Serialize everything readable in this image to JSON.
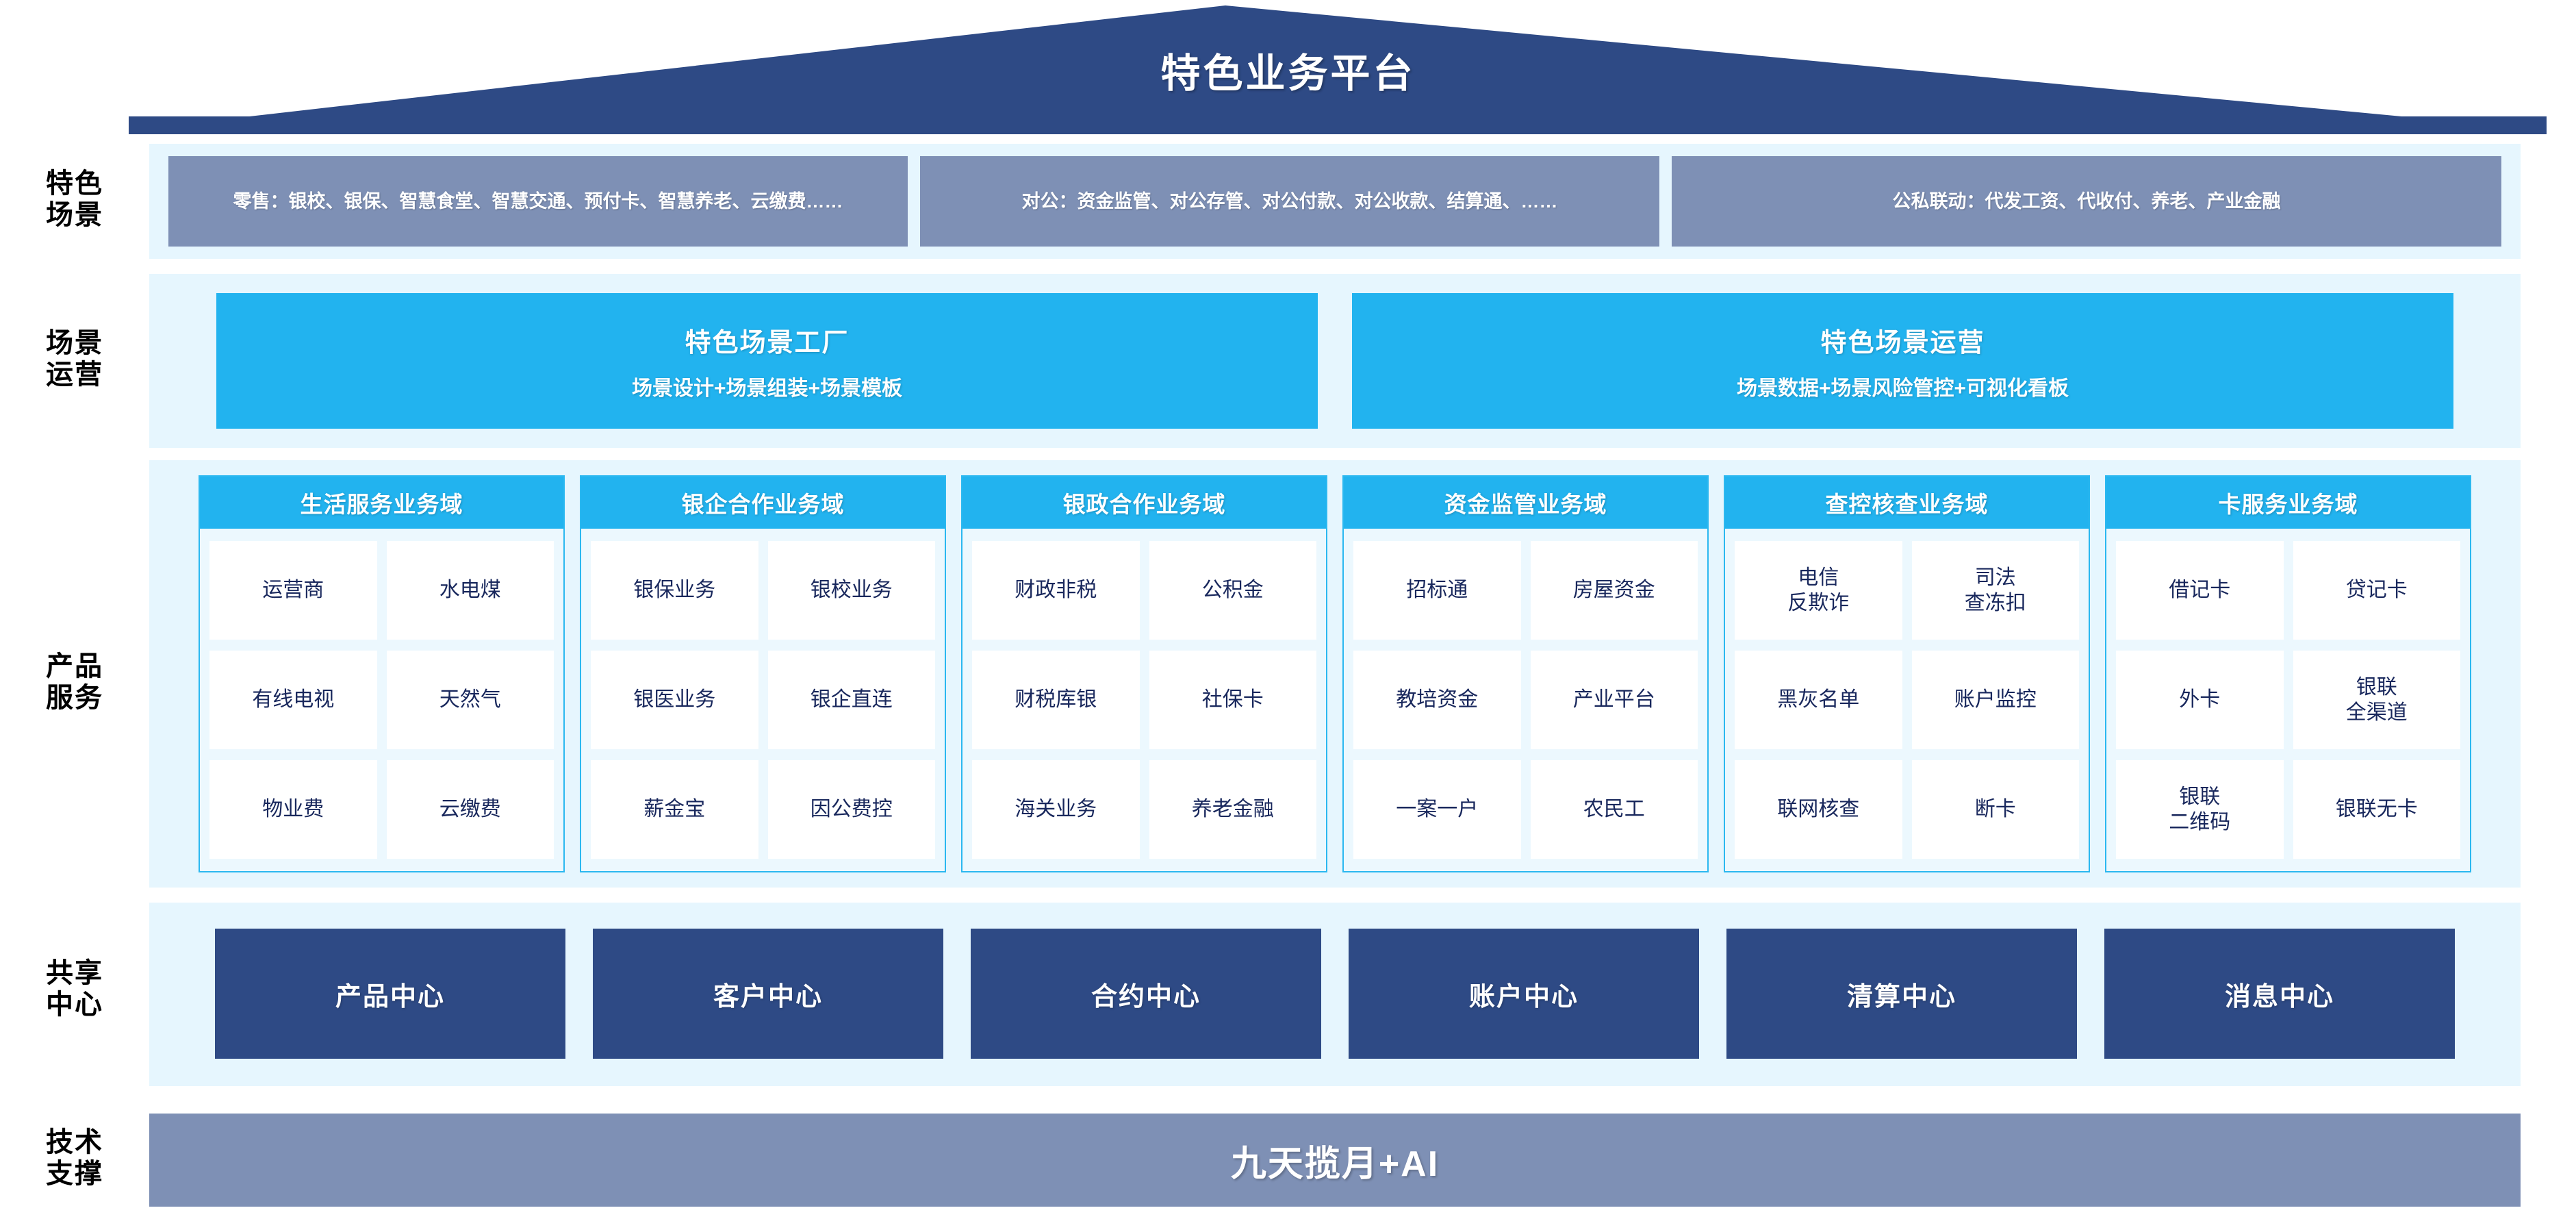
{
  "platform": {
    "title": "特色业务平台",
    "roof_color": "#2e4a85"
  },
  "rows": {
    "scene_label": "特色\n场景",
    "ops_label": "场景\n运营",
    "product_label": "产品\n服务",
    "share_label": "共享\n中心",
    "tech_label": "技术\n支撑"
  },
  "scenes": {
    "panel_color": "#e6f6fe",
    "box_color": "#7e90b5",
    "items": [
      {
        "key": "retail",
        "text": "零售：银校、银保、智慧食堂、智慧交通、预付卡、智慧养老、云缴费……"
      },
      {
        "key": "corp",
        "text": "对公：资金监管、对公存管、对公付款、对公收款、结算通、……"
      },
      {
        "key": "linkage",
        "text": "公私联动：代发工资、代收付、养老、产业金融"
      }
    ]
  },
  "operations": {
    "accent_color": "#22b3ef",
    "items": [
      {
        "title": "特色场景工厂",
        "subtitle": "场景设计+场景组装+场景模板"
      },
      {
        "title": "特色场景运营",
        "subtitle": "场景数据+场景风险管控+可视化看板"
      }
    ]
  },
  "product_service": {
    "head_color": "#22b3ef",
    "body_color": "#ecf8fe",
    "domains": [
      {
        "title": "生活服务业务域",
        "items": [
          "运营商",
          "水电煤",
          "有线电视",
          "天然气",
          "物业费",
          "云缴费"
        ]
      },
      {
        "title": "银企合作业务域",
        "items": [
          "银保业务",
          "银校业务",
          "银医业务",
          "银企直连",
          "薪金宝",
          "因公费控"
        ]
      },
      {
        "title": "银政合作业务域",
        "items": [
          "财政非税",
          "公积金",
          "财税库银",
          "社保卡",
          "海关业务",
          "养老金融"
        ]
      },
      {
        "title": "资金监管业务域",
        "items": [
          "招标通",
          "房屋资金",
          "教培资金",
          "产业平台",
          "一案一户",
          "农民工"
        ]
      },
      {
        "title": "查控核查业务域",
        "items": [
          "电信\n反欺诈",
          "司法\n查冻扣",
          "黑灰名单",
          "账户监控",
          "联网核查",
          "断卡"
        ]
      },
      {
        "title": "卡服务业务域",
        "items": [
          "借记卡",
          "贷记卡",
          "外卡",
          "银联\n全渠道",
          "银联\n二维码",
          "银联无卡"
        ]
      }
    ]
  },
  "shared_centers": {
    "box_color": "#2e4a85",
    "items": [
      "产品中心",
      "客户中心",
      "合约中心",
      "账户中心",
      "清算中心",
      "消息中心"
    ]
  },
  "tech_support": {
    "bar_color": "#7e90b5",
    "text": "九天揽月+AI"
  }
}
